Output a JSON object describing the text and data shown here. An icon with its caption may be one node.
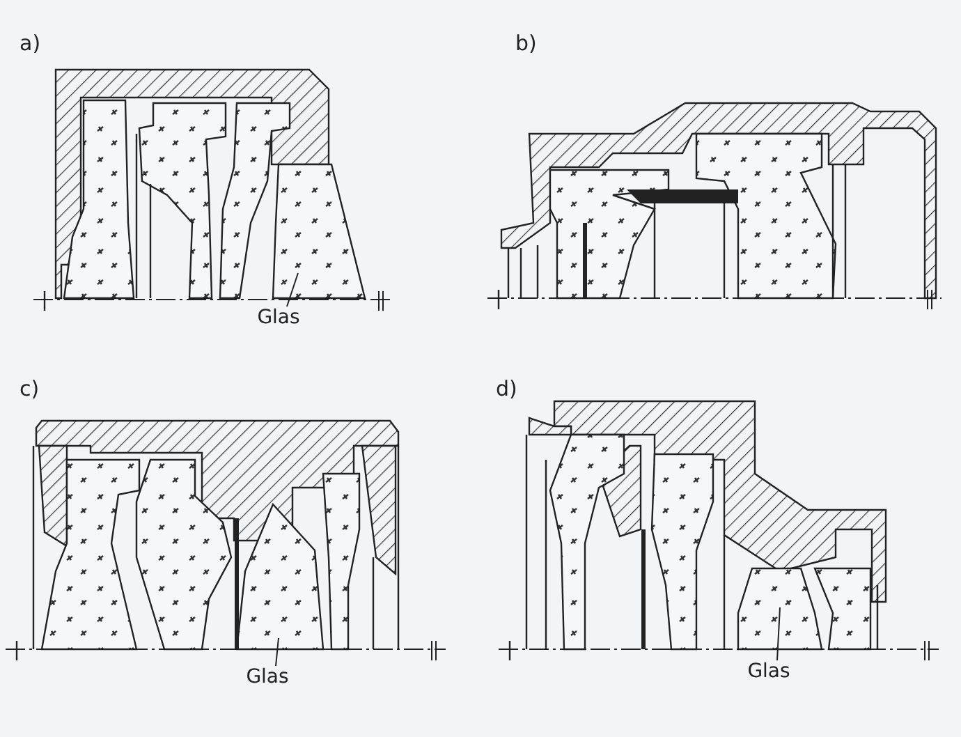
{
  "diagram": {
    "nodes": [
      {
        "text": [
          "Glas"
        ]
      },
      {
        "text": [
          "Glas"
        ]
      },
      {
        "text": [
          "Glas"
        ]
      }
    ],
    "edges": [
      {
        "from": 0,
        "to": null,
        "arrow": "none"
      },
      {
        "from": 1,
        "to": null,
        "arrow": "none"
      },
      {
        "from": 2,
        "to": null,
        "arrow": "none"
      }
    ],
    "labels": [
      "a)",
      "b)",
      "c)",
      "d)"
    ]
  }
}
